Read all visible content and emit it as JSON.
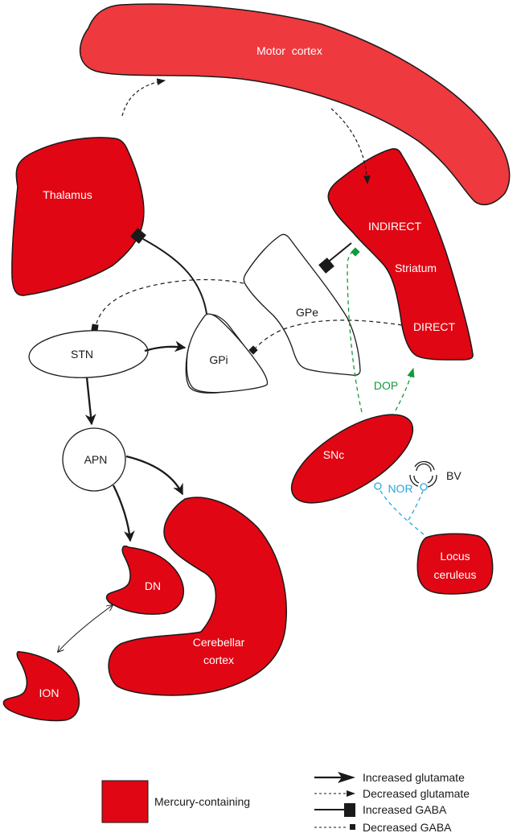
{
  "diagram": {
    "colors": {
      "mercury": "#e10613",
      "motor_cortex": "#ee393e",
      "outline": "#1a1a1a",
      "dopamine": "#129a3c",
      "noradrenaline": "#27a6dd"
    },
    "regions": {
      "motor_cortex": "Motor  cortex",
      "thalamus": "Thalamus",
      "striatum": "Striatum",
      "indirect": "INDIRECT",
      "direct": "DIRECT",
      "gpe": "GPe",
      "gpi": "GPi",
      "stn": "STN",
      "apn": "APN",
      "snc": "SNc",
      "bv": "BV",
      "locus_line1": "Locus",
      "locus_line2": "ceruleus",
      "dn": "DN",
      "ion": "ION",
      "cerebellar_line1": "Cerebellar",
      "cerebellar_line2": "cortex"
    },
    "pathway_labels": {
      "dop": "DOP",
      "nor": "NOR"
    },
    "connections": [
      {
        "from": "Thalamus",
        "to": "Motor cortex",
        "type": "Decreased glutamate"
      },
      {
        "from": "Motor cortex",
        "to": "Striatum",
        "type": "Decreased glutamate"
      },
      {
        "from": "GPi",
        "to": "Thalamus",
        "type": "Increased GABA"
      },
      {
        "from": "Striatum (INDIRECT)",
        "to": "GPe",
        "type": "Increased GABA"
      },
      {
        "from": "GPe",
        "to": "STN",
        "type": "Decreased GABA"
      },
      {
        "from": "Striatum (DIRECT)",
        "to": "GPi",
        "type": "Decreased GABA"
      },
      {
        "from": "STN",
        "to": "GPi",
        "type": "Increased glutamate"
      },
      {
        "from": "STN",
        "to": "APN",
        "type": "Increased glutamate"
      },
      {
        "from": "APN",
        "to": "DN",
        "type": "Increased glutamate"
      },
      {
        "from": "APN",
        "to": "Cerebellar cortex",
        "type": "Increased glutamate"
      },
      {
        "from": "DN",
        "to": "ION",
        "type": "bidirectional"
      },
      {
        "from": "SNc",
        "to": "Striatum",
        "type": "DOP"
      },
      {
        "from": "Locus ceruleus",
        "to": "SNc / BV",
        "type": "NOR"
      }
    ]
  },
  "legend": {
    "mercury_label": "Mercury-containing",
    "items": [
      {
        "label": "Increased glutamate"
      },
      {
        "label": "Decreased glutamate"
      },
      {
        "label": "Increased GABA"
      },
      {
        "label": "Decreased GABA"
      }
    ]
  }
}
